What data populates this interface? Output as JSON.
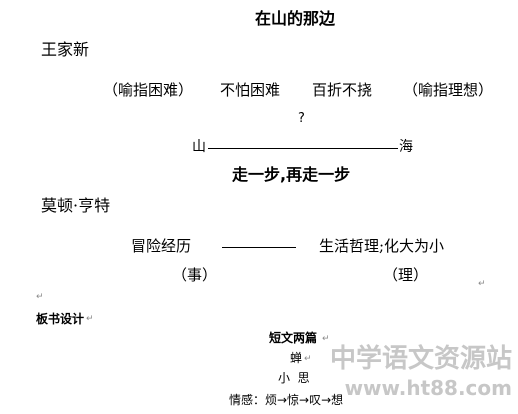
{
  "poem1": {
    "title": "在山的那边",
    "author": "王家新",
    "phrases": [
      "（喻指困难）",
      "不怕困难",
      "百折不挠",
      "（喻指理想）"
    ],
    "question": "?",
    "start_word": "山",
    "end_word": "海"
  },
  "poem2": {
    "title": "走一步,再走一步",
    "author": "莫顿·亨特",
    "left_label": "冒险经历",
    "left_note": "（事）",
    "right_label": "生活哲理;化大为小",
    "right_note": "（理）"
  },
  "board_design": {
    "heading": "板书设计",
    "title": "短文两篇",
    "line1": "蝉",
    "line2": "小  思",
    "emotion": "情感：烦→惊→叹→想"
  },
  "paragraph_mark": "↵",
  "watermark": {
    "line1": "中学语文资源站",
    "line2": "www.ht88.com"
  },
  "colors": {
    "text": "#000000",
    "watermark": "#c7c7c7",
    "paragraph_mark": "#8a8a8a"
  }
}
